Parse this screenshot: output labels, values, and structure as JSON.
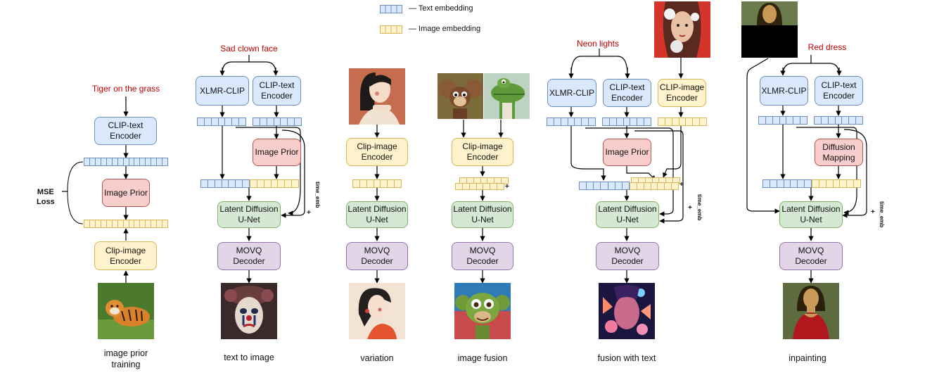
{
  "legend": {
    "text_embedding": "— Text embedding",
    "image_embedding": "— Image embedding"
  },
  "colors": {
    "text_embedding_fill": "#dae8fc",
    "image_embedding_fill": "#fff2cc",
    "prompt_text": "#c00000"
  },
  "labels": {
    "clip_text_encoder": "CLIP-text\nEncoder",
    "clip_image_encoder_cap": "Clip-image\nEncoder",
    "clip_image_encoder_upper": "CLIP-image\nEncoder",
    "xlmr_clip": "XLMR-CLIP",
    "image_prior": "Image Prior",
    "diffusion_mapping": "Diffusion\nMapping",
    "unet": "Latent Diffusion\nU-Net",
    "movq": "MOVQ\nDecoder",
    "mse_loss": "MSE\nLoss",
    "time_emb": "time_emb",
    "plus": "+"
  },
  "panels": {
    "p1": {
      "prompt": "Tiger on the grass",
      "caption": "image prior\ntraining"
    },
    "p2": {
      "prompt": "Sad clown face",
      "caption": "text to image"
    },
    "p3": {
      "caption": "variation"
    },
    "p4": {
      "caption": "image fusion"
    },
    "p5": {
      "prompt": "Neon lights",
      "caption": "fusion with text"
    },
    "p6": {
      "prompt": "Red dress",
      "caption": "inpainting"
    }
  },
  "images": {
    "tiger": "tiger-photo",
    "clown": "clown-output",
    "woman_input": "illustrated-woman-input",
    "woman_output": "illustrated-woman-output",
    "cheburashka": "cheburashka-input",
    "crocodile": "crocodile-input",
    "monkey": "fused-creature-output",
    "portrait": "portrait-input",
    "neon": "neon-portrait-output",
    "mona_masked": "masked-mona-lisa-input",
    "mona_red": "red-dress-mona-lisa-output"
  }
}
